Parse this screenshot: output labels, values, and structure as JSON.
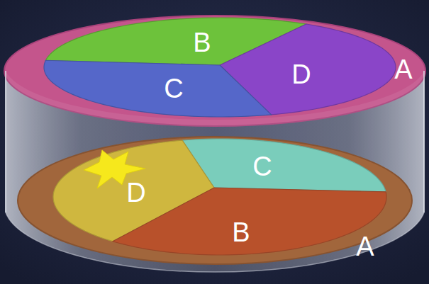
{
  "diagram": {
    "nodes": [
      {
        "text": [
          "A"
        ]
      },
      {
        "text": [
          "B"
        ],
        "in": 0
      },
      {
        "text": [
          "D"
        ],
        "in": 0
      },
      {
        "text": [
          "C"
        ],
        "in": 0
      },
      {
        "text": [
          "A"
        ]
      },
      {
        "text": [
          "C"
        ],
        "in": 4
      },
      {
        "text": [
          "D"
        ],
        "in": 4
      },
      {
        "text": [
          "B"
        ],
        "in": 4
      }
    ]
  }
}
